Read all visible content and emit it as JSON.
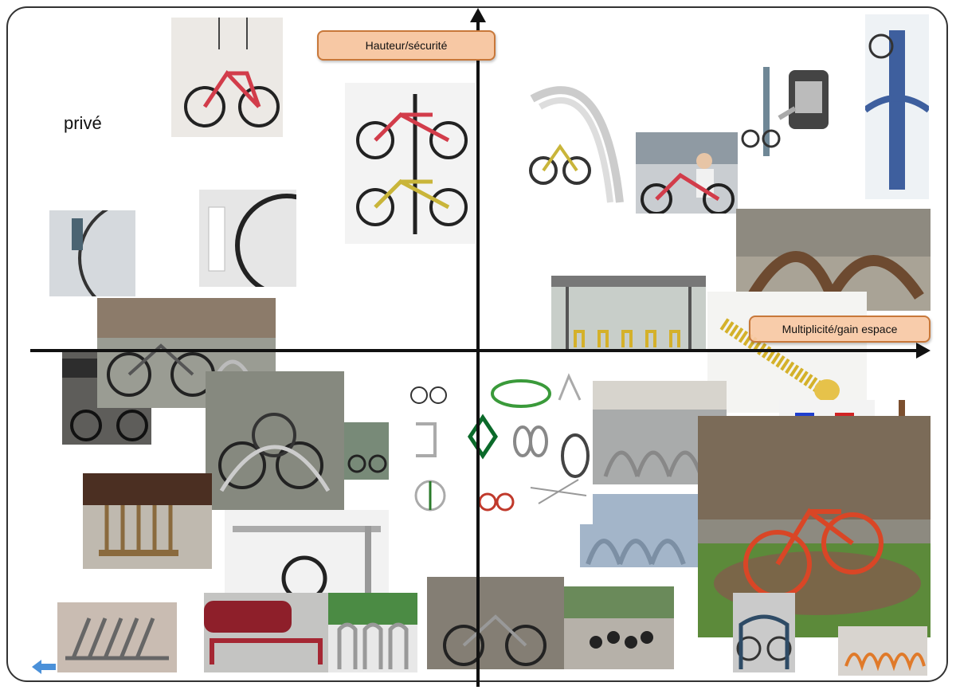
{
  "axes": {
    "vertical_label": "Hauteur/sécurité",
    "horizontal_label": "Multiplicité/gain espace"
  },
  "quadrant_label_top_left": "privé",
  "photos": [
    {
      "name": "ceiling-hoist-bike-photo",
      "icon": "bike-icon"
    },
    {
      "name": "vertical-stand-two-bikes-photo",
      "icon": "bike-icon"
    },
    {
      "name": "curved-shelter-rack-photo",
      "icon": "bike-icon"
    },
    {
      "name": "man-with-red-bike-photo",
      "icon": "bike-icon"
    },
    {
      "name": "wall-post-bike-with-keypad-photo",
      "icon": "bike-icon"
    },
    {
      "name": "blue-tower-rack-photo",
      "icon": "bike-icon"
    },
    {
      "name": "wall-hook-wheel-photo",
      "icon": "bike-icon"
    },
    {
      "name": "wall-hook-closeup-photo",
      "icon": "bike-icon"
    },
    {
      "name": "sculptural-rack-photo",
      "icon": "bike-icon"
    },
    {
      "name": "covered-shelter-photo",
      "icon": "bike-icon"
    },
    {
      "name": "spiral-rack-render-photo",
      "icon": "bike-icon"
    },
    {
      "name": "mairie-bike-photo",
      "icon": "bike-icon"
    },
    {
      "name": "wave-rack-street-photo",
      "icon": "bike-icon"
    },
    {
      "name": "crowded-rack-photo",
      "icon": "bike-icon"
    },
    {
      "name": "small-bike-photo",
      "icon": "bike-icon"
    },
    {
      "name": "wooden-floor-rack-photo",
      "icon": "bike-icon"
    },
    {
      "name": "hanging-rail-rack-photo",
      "icon": "bike-icon"
    },
    {
      "name": "ladder-rack-photo",
      "icon": "bike-icon"
    },
    {
      "name": "red-car-rack-photo",
      "icon": "bike-icon"
    },
    {
      "name": "hoop-racks-grass-photo",
      "icon": "bike-icon"
    },
    {
      "name": "street-bikes-photo",
      "icon": "bike-icon"
    },
    {
      "name": "bollard-racks-photo",
      "icon": "bike-icon"
    },
    {
      "name": "arch-racks-plaza-photo",
      "icon": "bike-icon"
    },
    {
      "name": "blue-red-sculpture-racks-photo",
      "icon": "bike-icon"
    },
    {
      "name": "purple-bike-photo",
      "icon": "bike-icon"
    },
    {
      "name": "arch-racks-snow-photo",
      "icon": "bike-icon"
    },
    {
      "name": "red-bike-sculpture-photo",
      "icon": "bike-icon"
    },
    {
      "name": "grey-rack-bikes-photo",
      "icon": "bike-icon"
    },
    {
      "name": "orange-loop-rack-photo",
      "icon": "bike-icon"
    }
  ],
  "colors": {
    "label_fill": "#f7c8a4",
    "label_border": "#c8783a",
    "nav_arrow": "#4a90d9"
  },
  "nav": {
    "icon": "arrow-left-icon"
  }
}
